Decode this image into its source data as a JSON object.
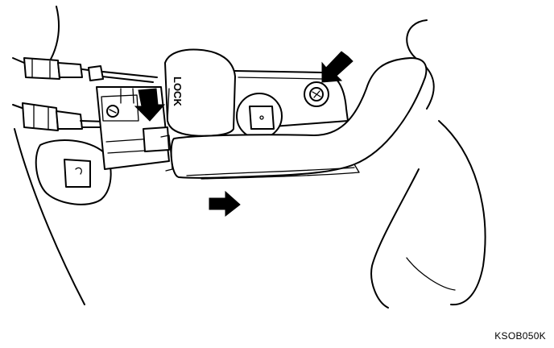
{
  "diagram": {
    "lock_label": "LOCK",
    "figure_code": "KSOB050K",
    "line_color": "#000000",
    "background_color": "#ffffff",
    "arrows": [
      {
        "id": "screw-arrow",
        "direction": "down-left"
      },
      {
        "id": "pull-arrow",
        "direction": "right"
      },
      {
        "id": "lock-tab-arrow",
        "direction": "down"
      }
    ]
  }
}
